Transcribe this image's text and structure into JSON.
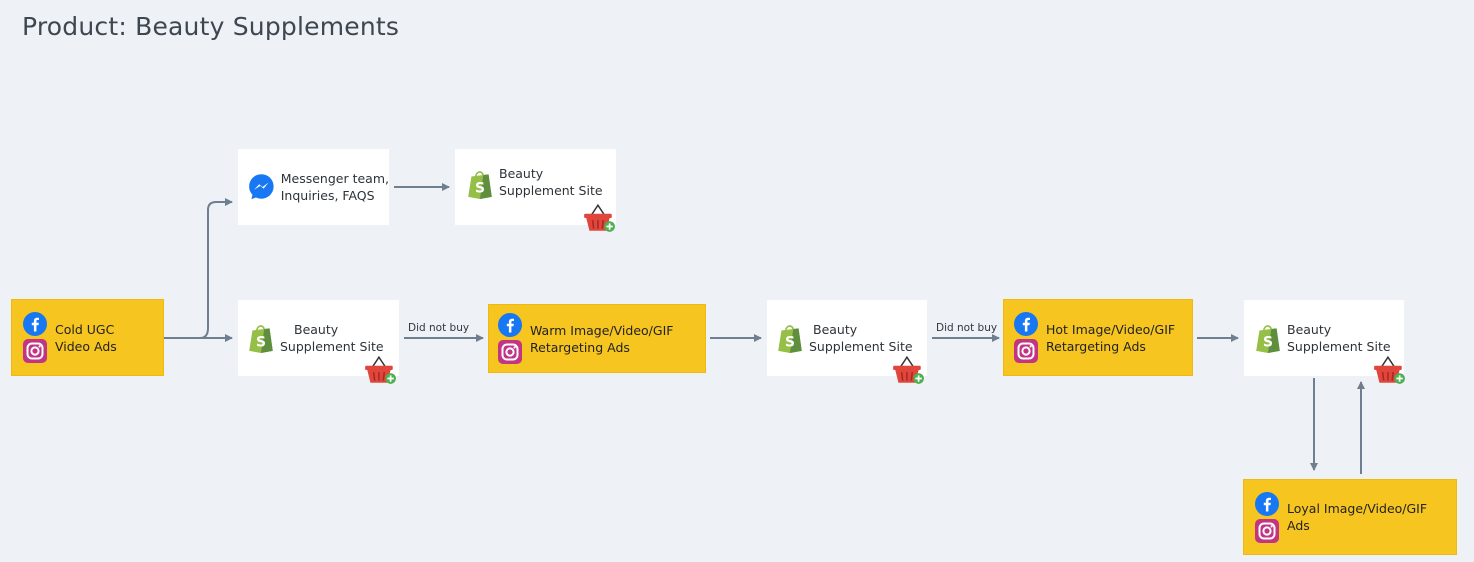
{
  "title": "Product: Beauty Supplements",
  "colors": {
    "background": "#eef2f6",
    "ad_node": "#f7c520",
    "site_node": "#ffffff",
    "arrow": "#6f7f8f",
    "facebook": "#1877f2",
    "instagram": "#c13584",
    "shopify": "#95bf47",
    "basket": "#e0463c",
    "plus": "#4caf50"
  },
  "nodes": {
    "cold": {
      "line1": "Cold UGC",
      "line2": "Video Ads",
      "icons": [
        "facebook-icon",
        "instagram-icon"
      ]
    },
    "messenger": {
      "line1": "Messenger team,",
      "line2": "Inquiries, FAQS",
      "icons": [
        "messenger-icon"
      ]
    },
    "site_top": {
      "line1": "Beauty",
      "line2": "Supplement Site",
      "icons": [
        "shopify-icon",
        "basket-add-icon"
      ]
    },
    "site_1": {
      "line1": "Beauty",
      "line2": "Supplement Site",
      "icons": [
        "shopify-icon",
        "basket-add-icon"
      ]
    },
    "warm": {
      "line1": "Warm Image/Video/GIF",
      "line2": "Retargeting Ads",
      "icons": [
        "facebook-icon",
        "instagram-icon"
      ]
    },
    "site_2": {
      "line1": "Beauty",
      "line2": "Supplement Site",
      "icons": [
        "shopify-icon",
        "basket-add-icon"
      ]
    },
    "hot": {
      "line1": "Hot Image/Video/GIF",
      "line2": "Retargeting Ads",
      "icons": [
        "facebook-icon",
        "instagram-icon"
      ]
    },
    "site_3": {
      "line1": "Beauty",
      "line2": "Supplement Site",
      "icons": [
        "shopify-icon",
        "basket-add-icon"
      ]
    },
    "loyal": {
      "line1": "Loyal Image/Video/GIF",
      "line2": "Ads",
      "icons": [
        "facebook-icon",
        "instagram-icon"
      ]
    }
  },
  "edge_labels": {
    "did_not_buy_1": "Did not buy",
    "did_not_buy_2": "Did not buy"
  }
}
